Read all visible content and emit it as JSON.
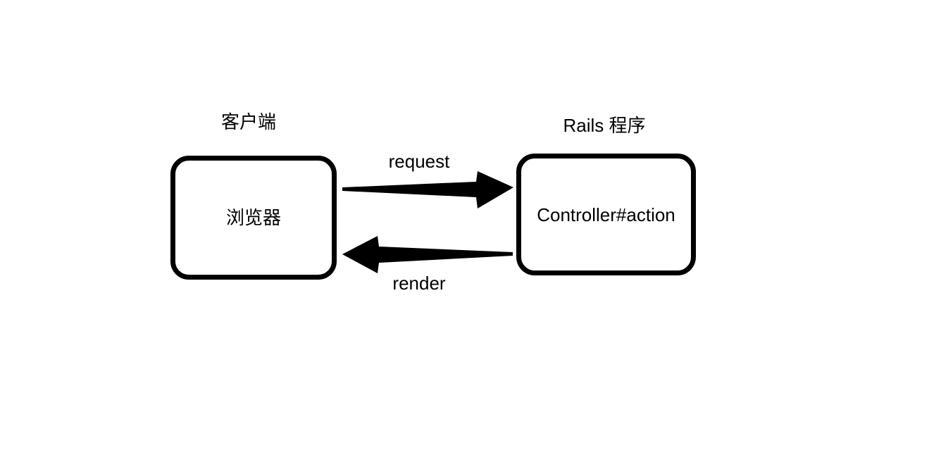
{
  "client": {
    "title": "客户端",
    "box_label": "浏览器"
  },
  "server": {
    "title": "Rails 程序",
    "box_label": "Controller#action"
  },
  "arrows": {
    "request_label": "request",
    "render_label": "render"
  },
  "colors": {
    "stroke": "#000000",
    "background": "#ffffff"
  }
}
